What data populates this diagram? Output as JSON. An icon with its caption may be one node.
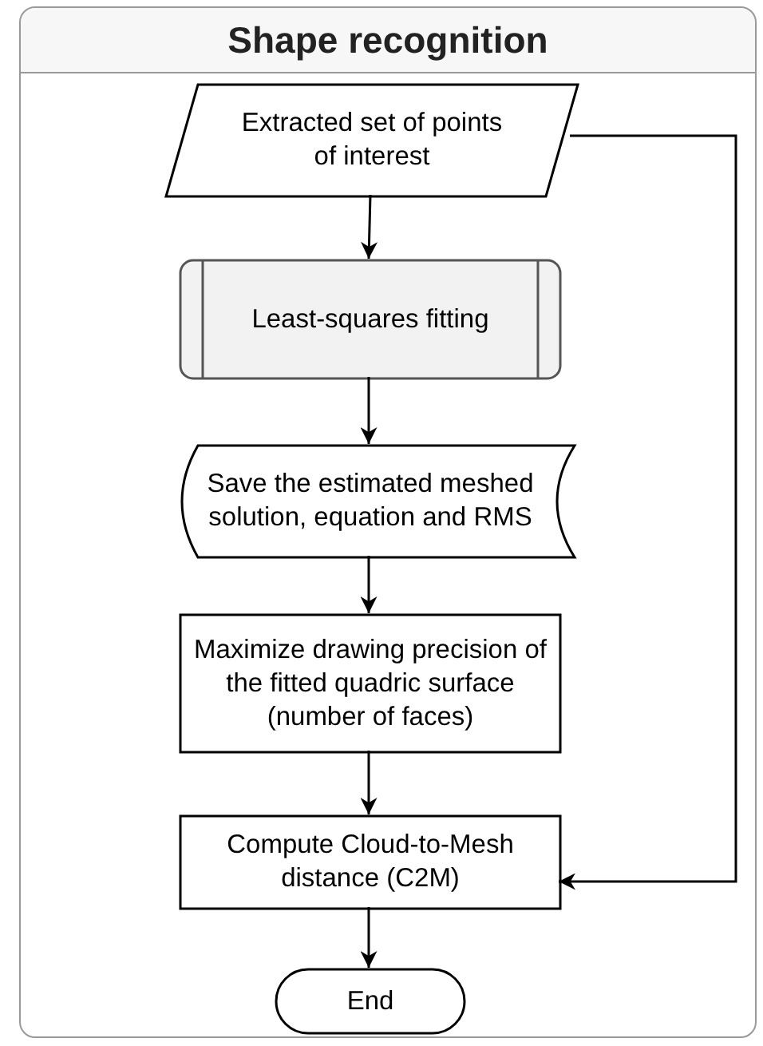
{
  "diagram": {
    "nodes": [
      {
        "text": [
          "Shape recognition"
        ]
      },
      {
        "text": [
          "Extracted set of points of interest"
        ],
        "in": 0
      },
      {
        "text": [
          "Least-squares fitting"
        ],
        "in": 0
      },
      {
        "text": [
          "Save the estimated meshed solution, equation and RMS"
        ],
        "in": 0
      },
      {
        "text": [
          "Maximize drawing precision of the fitted quadric surface (number of faces)"
        ],
        "in": 0
      },
      {
        "text": [
          "Compute Cloud-to-Mesh distance (C2M)"
        ],
        "in": 0
      },
      {
        "text": [
          "End"
        ],
        "in": 0
      }
    ],
    "edges": [
      {
        "from": 1,
        "to": 2,
        "arrow": "to"
      },
      {
        "from": 2,
        "to": 3,
        "arrow": "to"
      },
      {
        "from": 3,
        "to": 4,
        "arrow": "to"
      },
      {
        "from": 4,
        "to": 5,
        "arrow": "to"
      },
      {
        "from": 5,
        "to": 6,
        "arrow": "to"
      },
      {
        "from": 1,
        "to": 5,
        "arrow": "to"
      }
    ]
  }
}
